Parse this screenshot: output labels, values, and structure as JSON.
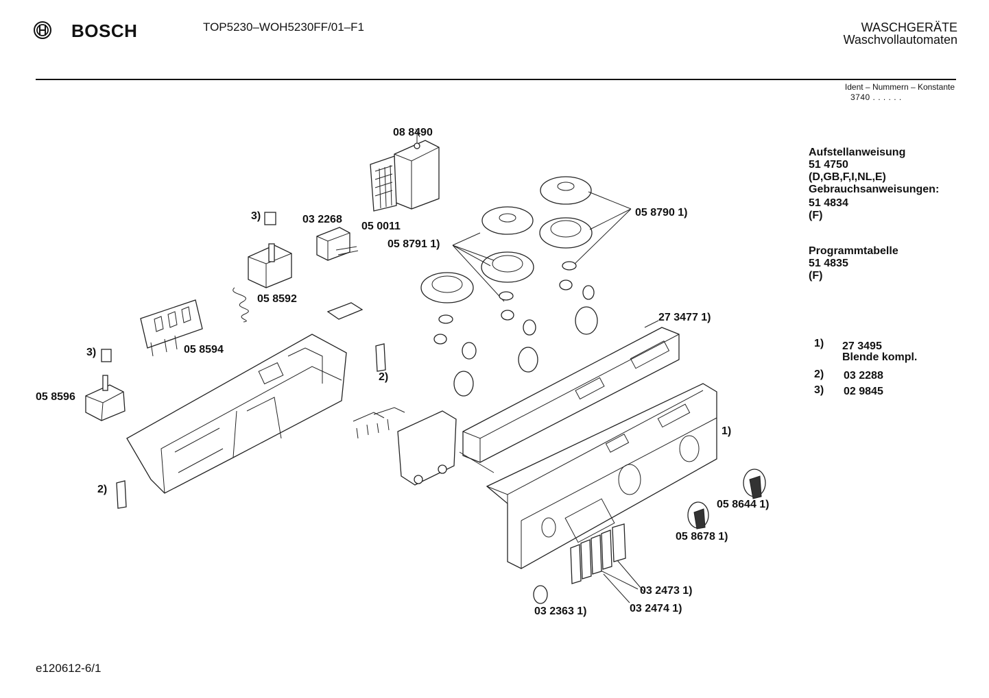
{
  "header": {
    "brand": "BOSCH",
    "model": "TOP5230–WOH5230FF/01–F1",
    "category_line1": "WASCHGERÄTE",
    "category_line2": "Waschvollautomaten",
    "ident_title": "Ident – Nummern – Konstante",
    "ident_value": "3740 . .  . . . ."
  },
  "documents": {
    "setup_label": "Aufstellanweisung",
    "setup_number": "51 4750",
    "setup_languages": "(D,GB,F,I,NL,E)",
    "usage_label": "Gebrauchsanweisungen:",
    "usage_number": "51 4834",
    "usage_languages": "(F)",
    "program_label": "Programmtabelle",
    "program_number": "51 4835",
    "program_languages": "(F)"
  },
  "footnotes": [
    {
      "marker": "1)",
      "part": "27 3495",
      "desc": "Blende kompl."
    },
    {
      "marker": "2)",
      "part": "03 2288",
      "desc": ""
    },
    {
      "marker": "3)",
      "part": "02 9845",
      "desc": ""
    }
  ],
  "callouts": {
    "c088490": "08 8490",
    "c050011": "05 0011",
    "c032268": "03 2268",
    "c3a": "3)",
    "c058592": "05 8592",
    "c058594": "05 8594",
    "c3b": "3)",
    "c058596": "05 8596",
    "c2a": "2)",
    "c2b": "2)",
    "c058791": "05 8791 1)",
    "c058790": "05 8790 1)",
    "c273477": "27 3477  1)",
    "c1": "1)",
    "c058644": "05 8644 1)",
    "c058678": "05 8678 1)",
    "c032473": "03 2473 1)",
    "c032474": "03 2474 1)",
    "c032363": "03 2363 1)"
  },
  "footer": {
    "doc_ref": "e120612-6/1"
  },
  "colors": {
    "ink": "#111111",
    "background": "#ffffff"
  },
  "icons": {
    "logo": "bosch-armature-logo-icon"
  }
}
